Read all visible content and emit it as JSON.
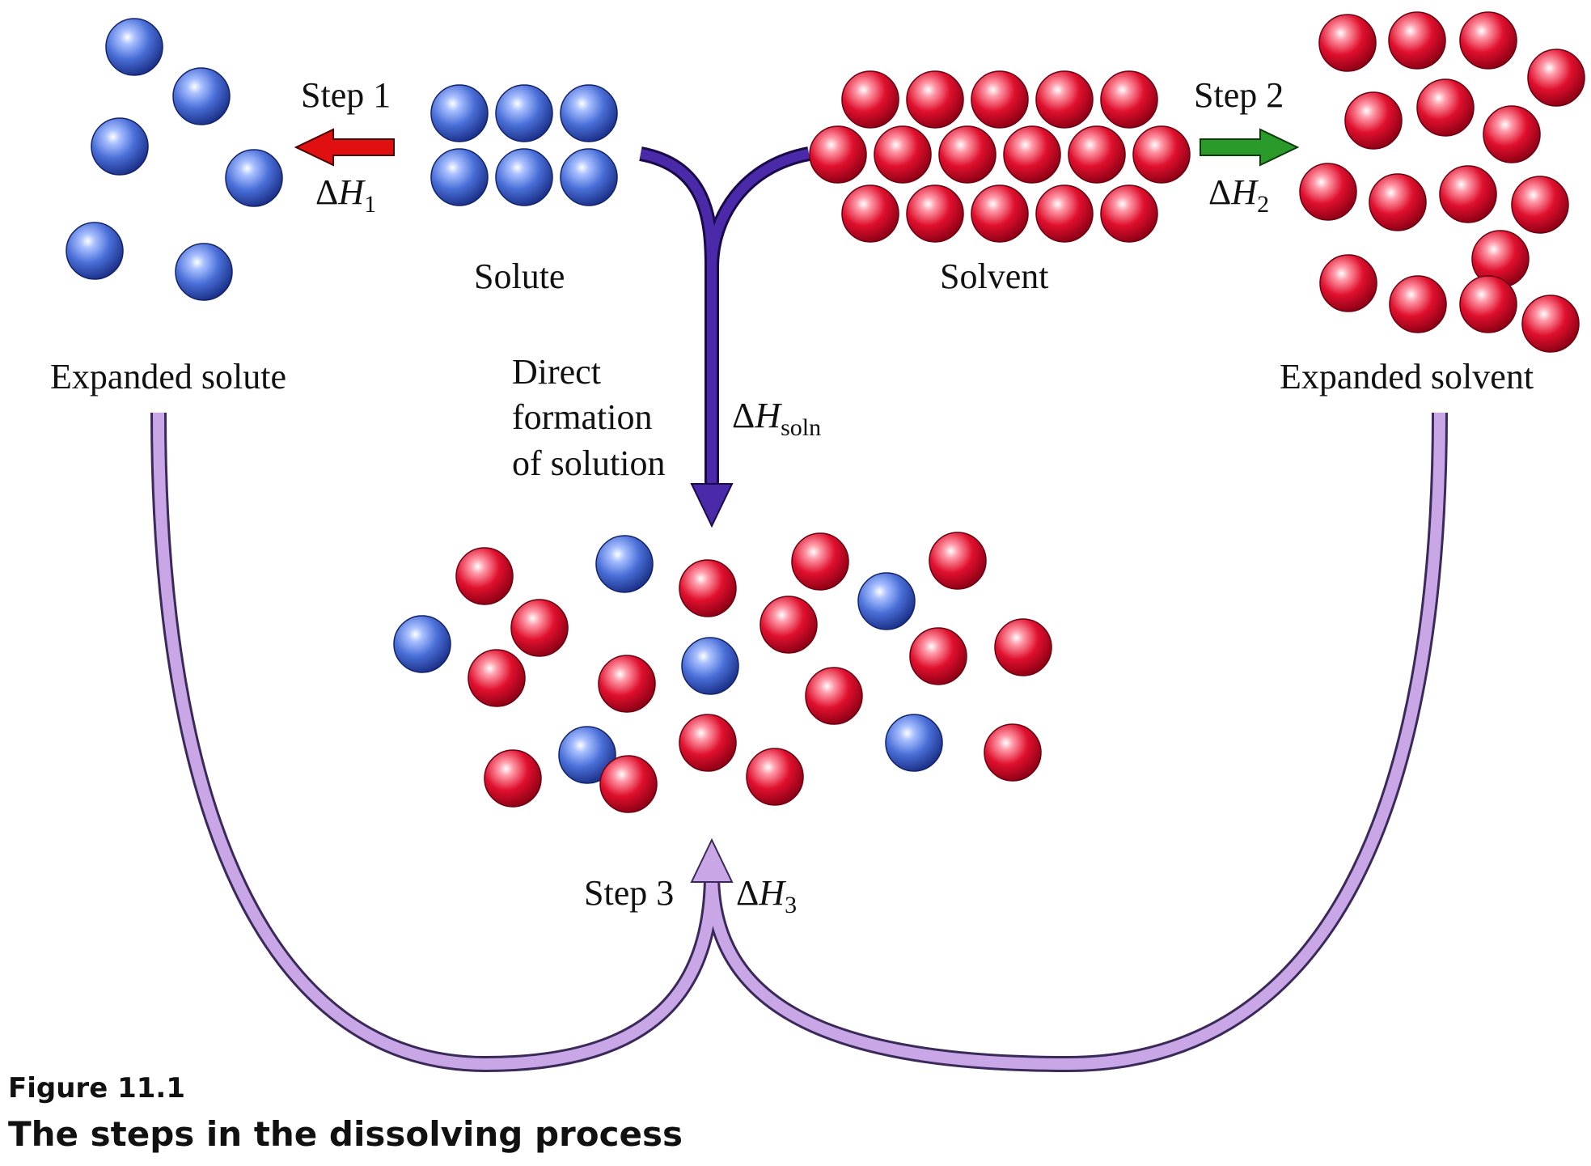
{
  "figure": {
    "number": "Figure 11.1",
    "caption": "The steps in the dissolving process"
  },
  "labels": {
    "solute": "Solute",
    "solvent": "Solvent",
    "expanded_solute": "Expanded solute",
    "expanded_solvent": "Expanded solvent",
    "direct_line1": "Direct",
    "direct_line2": "formation",
    "direct_line3": "of solution"
  },
  "steps": {
    "step1": {
      "label": "Step 1",
      "delta": "Δ",
      "symbol": "H",
      "subscript": "1"
    },
    "step2": {
      "label": "Step 2",
      "delta": "Δ",
      "symbol": "H",
      "subscript": "2"
    },
    "step3": {
      "label": "Step 3",
      "delta": "Δ",
      "symbol": "H",
      "subscript": "3"
    },
    "soln": {
      "delta": "Δ",
      "symbol": "H",
      "subscript": "soln"
    }
  },
  "colors": {
    "solute_particle": "#3a5fd0",
    "solvent_particle": "#d8102e",
    "step1_arrow": "#e01010",
    "step2_arrow": "#2a9a2a",
    "direct_arrow": "#4a2aa8",
    "step3_arrow": "#c9a6e6"
  }
}
